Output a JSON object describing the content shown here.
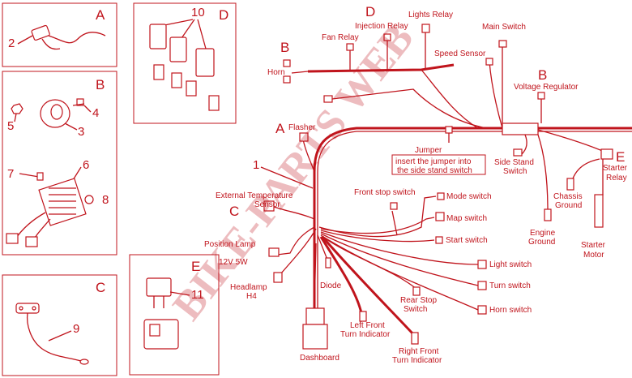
{
  "labels": {
    "wiring_harness": "1",
    "fuse_holder": "2",
    "horn_part": "3",
    "horn_screw": "4",
    "horn_nut": "5",
    "regulator_part": "6",
    "regulator_screw": "7",
    "regulator_nut": "8",
    "speed_sensor_part": "9",
    "relays_part": "10",
    "starter_relay_part": "11"
  },
  "boxes": {
    "a": "A",
    "b": "B",
    "c": "C",
    "d": "D",
    "e": "E"
  },
  "callouts": {
    "d_top": "D",
    "b_horn": "B",
    "b_regulator": "B",
    "a_flasher": "A",
    "c_sensor": "C",
    "e_starter": "E"
  },
  "components": {
    "lights_relay": "Lights Relay",
    "injection_relay": "Injection Relay",
    "fan_relay": "Fan Relay",
    "main_switch": "Main Switch",
    "speed_sensor": "Speed Sensor",
    "horn": "Horn",
    "voltage_regulator": "Voltage Regulator",
    "flasher": "Flasher",
    "jumper": "Jumper",
    "jumper_note_1": "insert the jumper into",
    "jumper_note_2": "the side stand switch",
    "side_stand_switch_1": "Side Stand",
    "side_stand_switch_2": "Switch",
    "starter_relay_1": "Starter",
    "starter_relay_2": "Relay",
    "chassis_ground_1": "Chassis",
    "chassis_ground_2": "Ground",
    "engine_ground_1": "Engine",
    "engine_ground_2": "Ground",
    "starter_motor_1": "Starter",
    "starter_motor_2": "Motor",
    "ext_temp_sensor_1": "External Temperature",
    "ext_temp_sensor_2": "Sensor",
    "front_stop_switch": "Front stop switch",
    "mode_switch": "Mode switch",
    "map_switch": "Map switch",
    "start_switch": "Start switch",
    "position_lamp_1": "Position Lamp",
    "position_lamp_2": "12V 5W",
    "light_switch": "Light switch",
    "turn_switch": "Turn switch",
    "horn_switch": "Horn switch",
    "headlamp_1": "Headlamp",
    "headlamp_2": "H4",
    "diode": "Diode",
    "rear_stop_switch_1": "Rear Stop",
    "rear_stop_switch_2": "Switch",
    "left_front_turn_1": "Left Front",
    "left_front_turn_2": "Turn Indicator",
    "right_front_turn_1": "Right Front",
    "right_front_turn_2": "Turn Indicator",
    "dashboard": "Dashboard"
  },
  "watermark": "BIKE-PARTS WEB"
}
